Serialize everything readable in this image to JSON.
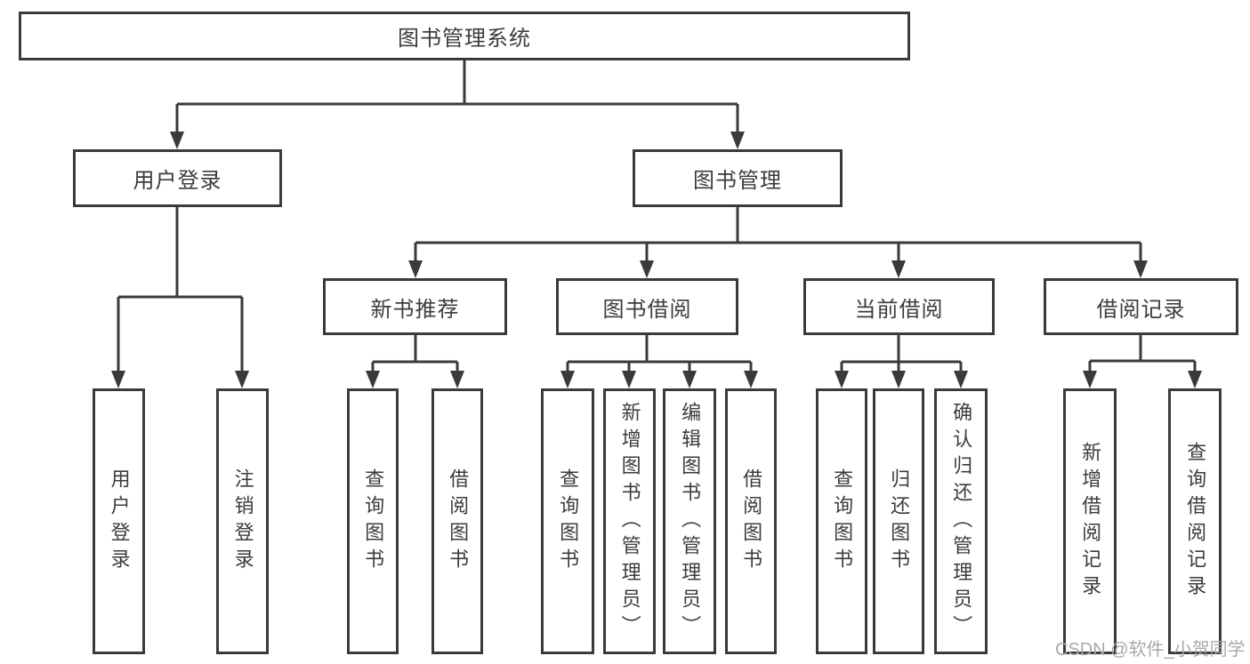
{
  "diagram": {
    "type": "function-structure-tree",
    "colors": {
      "line": "#3a3a3a",
      "text": "#3c3c3c",
      "watermark": "#a9a9a9",
      "background": "#ffffff"
    },
    "root": {
      "label": "图书管理系统",
      "children": [
        {
          "label": "用户登录",
          "children": [
            {
              "label": "用户登录"
            },
            {
              "label": "注销登录"
            }
          ]
        },
        {
          "label": "图书管理",
          "children": [
            {
              "label": "新书推荐",
              "children": [
                {
                  "label": "查询图书"
                },
                {
                  "label": "借阅图书"
                }
              ]
            },
            {
              "label": "图书借阅",
              "children": [
                {
                  "label": "查询图书"
                },
                {
                  "label": "新增图书（管理员）"
                },
                {
                  "label": "编辑图书（管理员）"
                },
                {
                  "label": "借阅图书"
                }
              ]
            },
            {
              "label": "当前借阅",
              "children": [
                {
                  "label": "查询图书"
                },
                {
                  "label": "归还图书"
                },
                {
                  "label": "确认归还（管理员）"
                }
              ]
            },
            {
              "label": "借阅记录",
              "children": [
                {
                  "label": "新增借阅记录"
                },
                {
                  "label": "查询借阅记录"
                }
              ]
            }
          ]
        }
      ]
    }
  },
  "watermark": {
    "text": "CSDN @软件_小贺同学"
  }
}
